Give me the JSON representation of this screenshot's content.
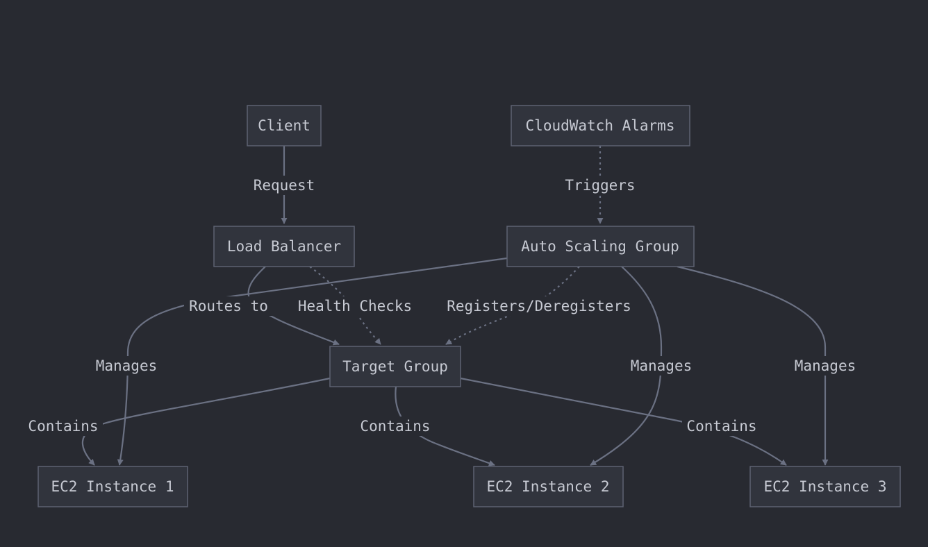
{
  "diagram": {
    "nodes": {
      "client": "Client",
      "cloudwatch": "CloudWatch Alarms",
      "lb": "Load Balancer",
      "asg": "Auto Scaling Group",
      "tg": "Target Group",
      "ec2_1": "EC2 Instance 1",
      "ec2_2": "EC2 Instance 2",
      "ec2_3": "EC2 Instance 3"
    },
    "edges": {
      "request": "Request",
      "triggers": "Triggers",
      "routes_to": "Routes to",
      "health_checks": "Health Checks",
      "registers": "Registers/Deregisters",
      "manages_1": "Manages",
      "manages_2": "Manages",
      "manages_3": "Manages",
      "contains_1": "Contains",
      "contains_2": "Contains",
      "contains_3": "Contains"
    }
  }
}
